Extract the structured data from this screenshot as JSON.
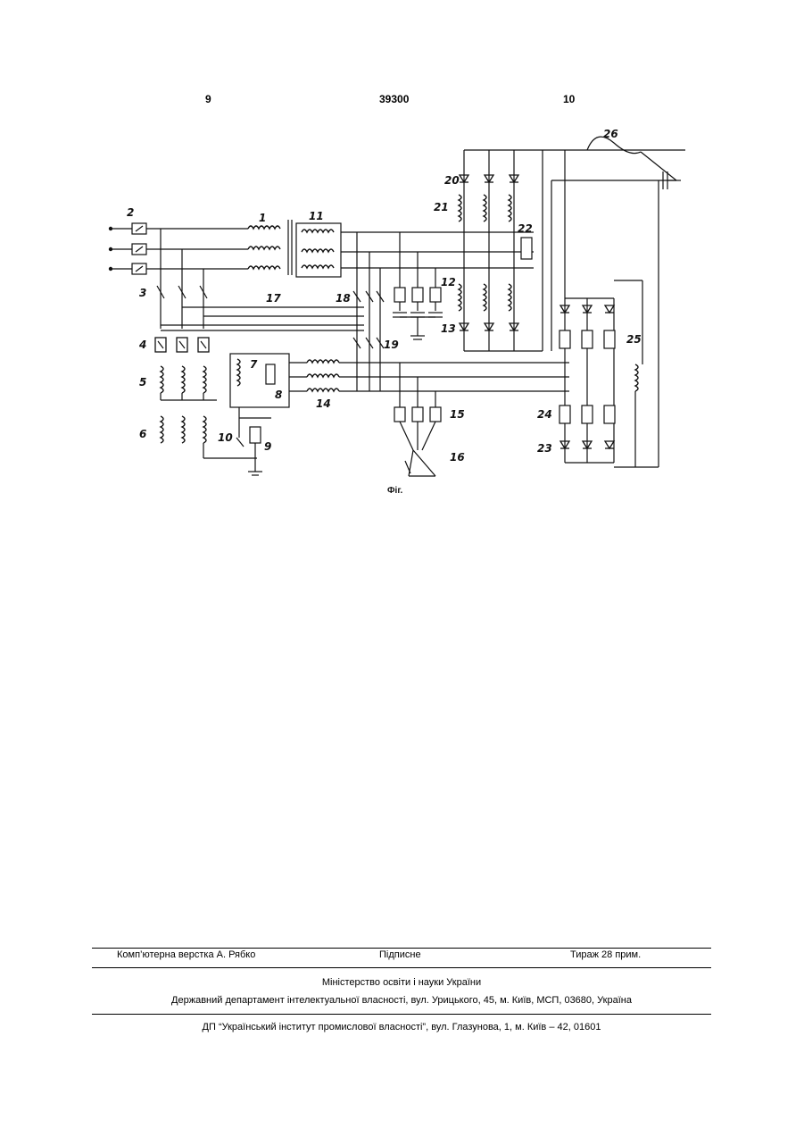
{
  "header": {
    "left_page": "9",
    "patent_number": "39300",
    "right_page": "10"
  },
  "figure": {
    "caption": "Фіг.",
    "labels": [
      "1",
      "2",
      "3",
      "4",
      "5",
      "6",
      "7",
      "8",
      "9",
      "10",
      "11",
      "12",
      "13",
      "14",
      "15",
      "16",
      "17",
      "18",
      "19",
      "20",
      "21",
      "22",
      "23",
      "24",
      "25",
      "26"
    ]
  },
  "footer": {
    "typeset": "Комп’ютерна верстка А. Рябко",
    "signed": "Підписне",
    "print_run": "Тираж 28 прим.",
    "ministry": "Міністерство освіти і науки України",
    "department": "Державний департамент інтелектуальної власності, вул. Урицького, 45, м. Київ, МСП, 03680, Україна",
    "publisher": "ДП “Український інститут промислової власності”, вул. Глазунова, 1, м. Київ – 42, 01601"
  }
}
